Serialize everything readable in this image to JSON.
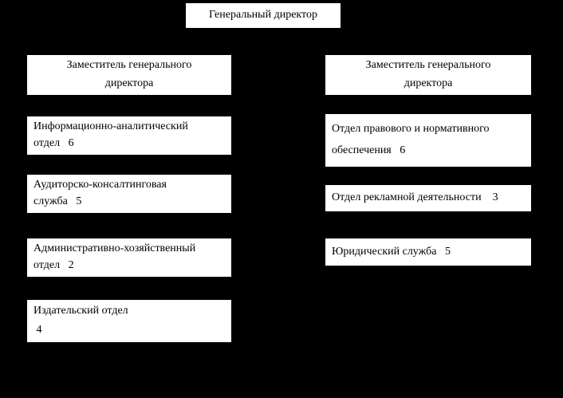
{
  "org": {
    "root": {
      "label": "Генеральный директор"
    },
    "left": {
      "deputy": {
        "line1": "Заместитель генерального",
        "line2": "директора"
      },
      "departments": [
        {
          "line1": "Информационно-аналитический",
          "line2": "отдел   6"
        },
        {
          "line1": "Аудиторско-консалтинговая",
          "line2": "служба   5"
        },
        {
          "line1": "Административно-хозяйственный",
          "line2": "отдел   2"
        },
        {
          "line1": "Издательский отдел",
          "line2": " 4"
        }
      ]
    },
    "right": {
      "deputy": {
        "line1": "Заместитель генерального",
        "line2": "директора"
      },
      "departments": [
        {
          "line1": "Отдел правового и нормативного",
          "line2": "обеспечения   6"
        },
        {
          "line1": "Отдел рекламной деятельности    3",
          "line2": ""
        },
        {
          "line1": "Юридический служба   5",
          "line2": ""
        }
      ]
    },
    "colors": {
      "background": "#000000",
      "box_fill": "#ffffff",
      "box_border": "#000000",
      "text": "#000000"
    }
  }
}
